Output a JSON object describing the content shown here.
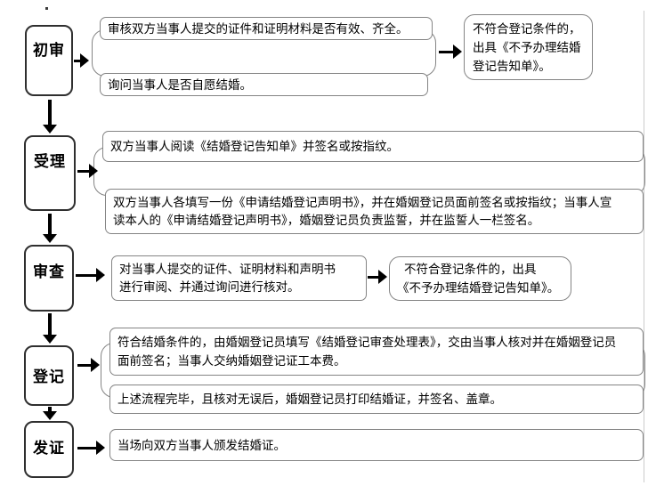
{
  "flowchart": {
    "stages": [
      {
        "label": "初审"
      },
      {
        "label": "受理"
      },
      {
        "label": "审查"
      },
      {
        "label": "登记"
      },
      {
        "label": "发证"
      }
    ],
    "boxes": {
      "check_documents": {
        "lines": [
          "审核双方当事人提交的证件和证明材料是否有效、齐全。"
        ]
      },
      "ask_voluntary": {
        "lines": [
          "询问当事人是否自愿结婚。"
        ]
      },
      "reject_notice_initial": {
        "lines": [
          "不符合登记条件的，",
          "出具《不予办理结婚",
          "登记告知单》。"
        ]
      },
      "read_notice": {
        "lines": [
          "双方当事人阅读《结婚登记告知单》并签名或按指纹。"
        ]
      },
      "fill_declaration": {
        "lines": [
          "双方当事人各填写一份《申请结婚登记声明书》，并在婚姻登记员面前签名或按指纹；当事人宣",
          "读本人的《申请结婚登记声明书》，婚姻登记员负责监誓，并在监誓人一栏签名。"
        ]
      },
      "examine_documents": {
        "lines": [
          "对当事人提交的证件、证明材料和声明书",
          "进行审阅、并通过询问进行核对。"
        ]
      },
      "reject_notice_review": {
        "lines": [
          "不符合登记条件的，出具",
          "《不予办理结婚登记告知单》。"
        ]
      },
      "fill_processing_form": {
        "lines": [
          "符合结婚条件的，由婚姻登记员填写《结婚登记审查处理表》，交由当事人核对并在婚姻登记员",
          "面前签名；当事人交纳婚姻登记证工本费。"
        ]
      },
      "print_certificate": {
        "lines": [
          "上述流程完毕，且核对无误后，婚姻登记员打印结婚证，并签名、盖章。"
        ]
      },
      "issue_certificate": {
        "lines": [
          "当场向双方当事人颁发结婚证。"
        ]
      }
    },
    "colors": {
      "background": "#ffffff",
      "stage_border": "#2f2f2f",
      "box_border": "#848484",
      "arrow": "#000000",
      "text": "#000000"
    }
  }
}
